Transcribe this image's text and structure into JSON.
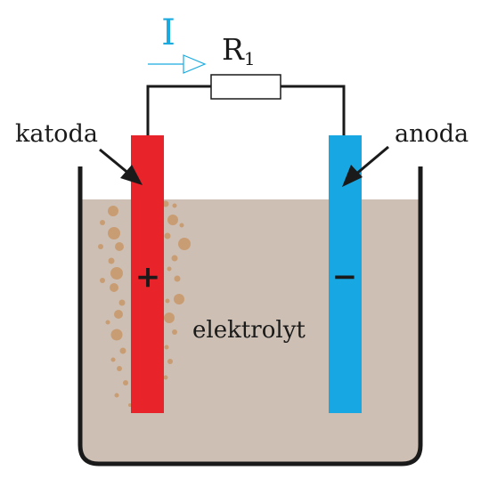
{
  "current_label": "I",
  "resistor_label": "R",
  "resistor_subscript": "1",
  "cathode_label": "katoda",
  "anode_label": "anoda",
  "electrolyte_label": "elektrolyt",
  "cathode_sign": "+",
  "anode_sign": "−",
  "colors": {
    "electrolyte": "#cdbfb4",
    "cathode": "#e8232a",
    "anode": "#17a8e3",
    "current": "#1aaae0",
    "bubbles": "#c99a6c",
    "outline": "#1a1a1a"
  }
}
